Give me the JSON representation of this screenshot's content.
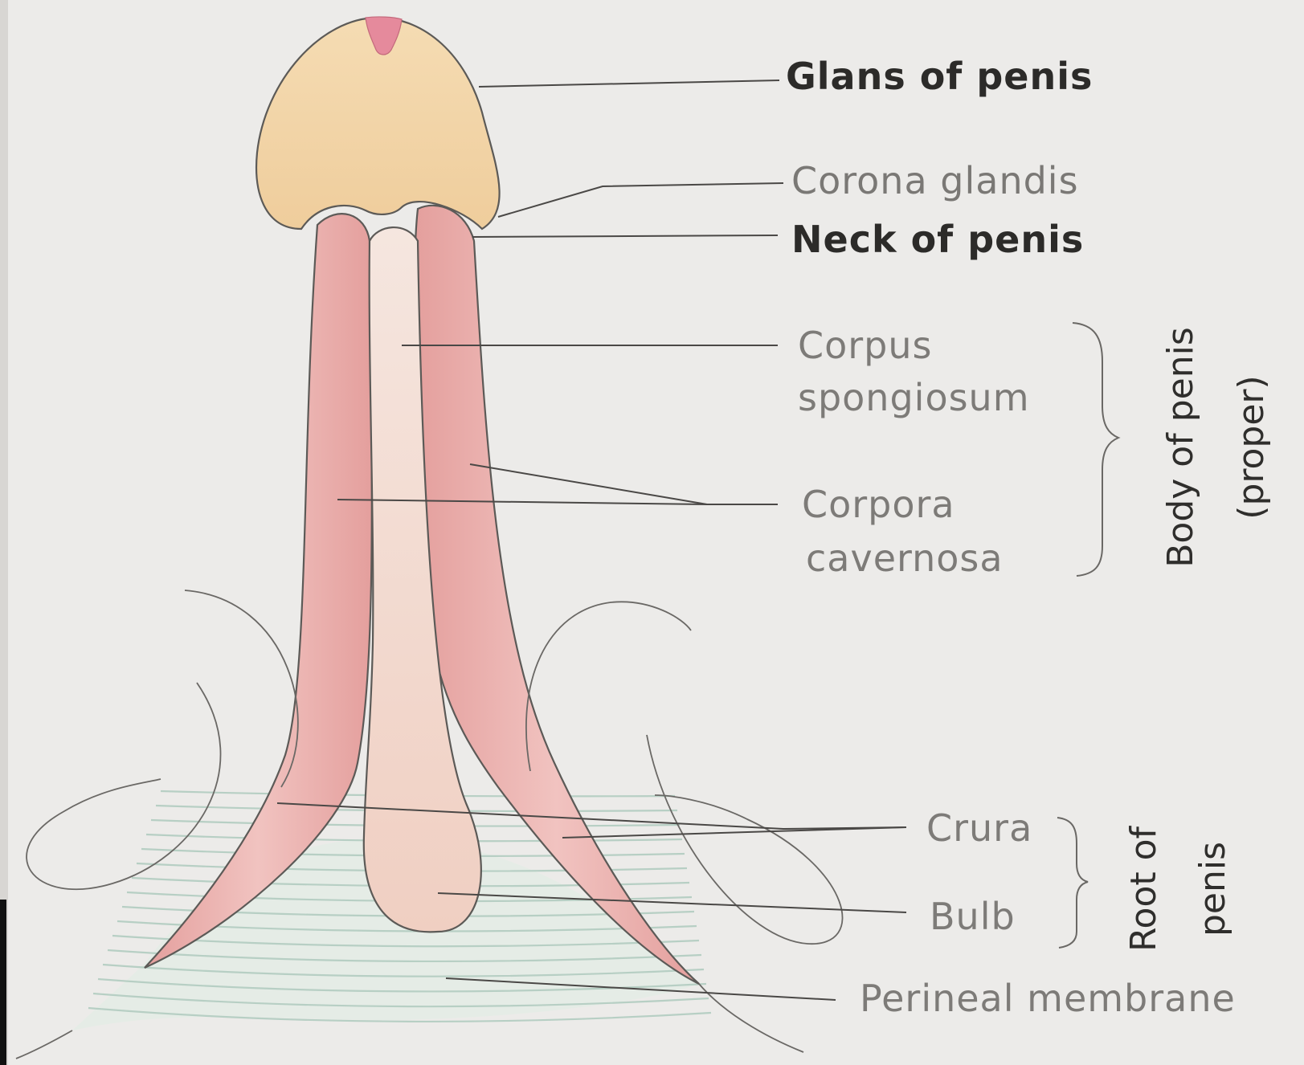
{
  "labels": {
    "glans": "Glans of penis",
    "corona": "Corona glandis",
    "neck": "Neck of penis",
    "corpus_line1": "Corpus",
    "corpus_line2": "spongiosum",
    "corpora_line1": "Corpora",
    "corpora_line2": "cavernosa",
    "crura": "Crura",
    "bulb": "Bulb",
    "perineal": "Perineal membrane"
  },
  "groups": {
    "body_line1": "Body of penis",
    "body_line2": "(proper)",
    "root_line1": "Root of",
    "root_line2": "penis"
  },
  "colors": {
    "background": "#ecebe9",
    "glans_fill": "#f2d3a8",
    "cavernosa_fill": "#e8a9a6",
    "spongiosum_fill": "#f3d9cf",
    "meatus_fill": "#e58a9c",
    "membrane_lines": "#b7cfc4",
    "outline": "#5c5a57"
  }
}
